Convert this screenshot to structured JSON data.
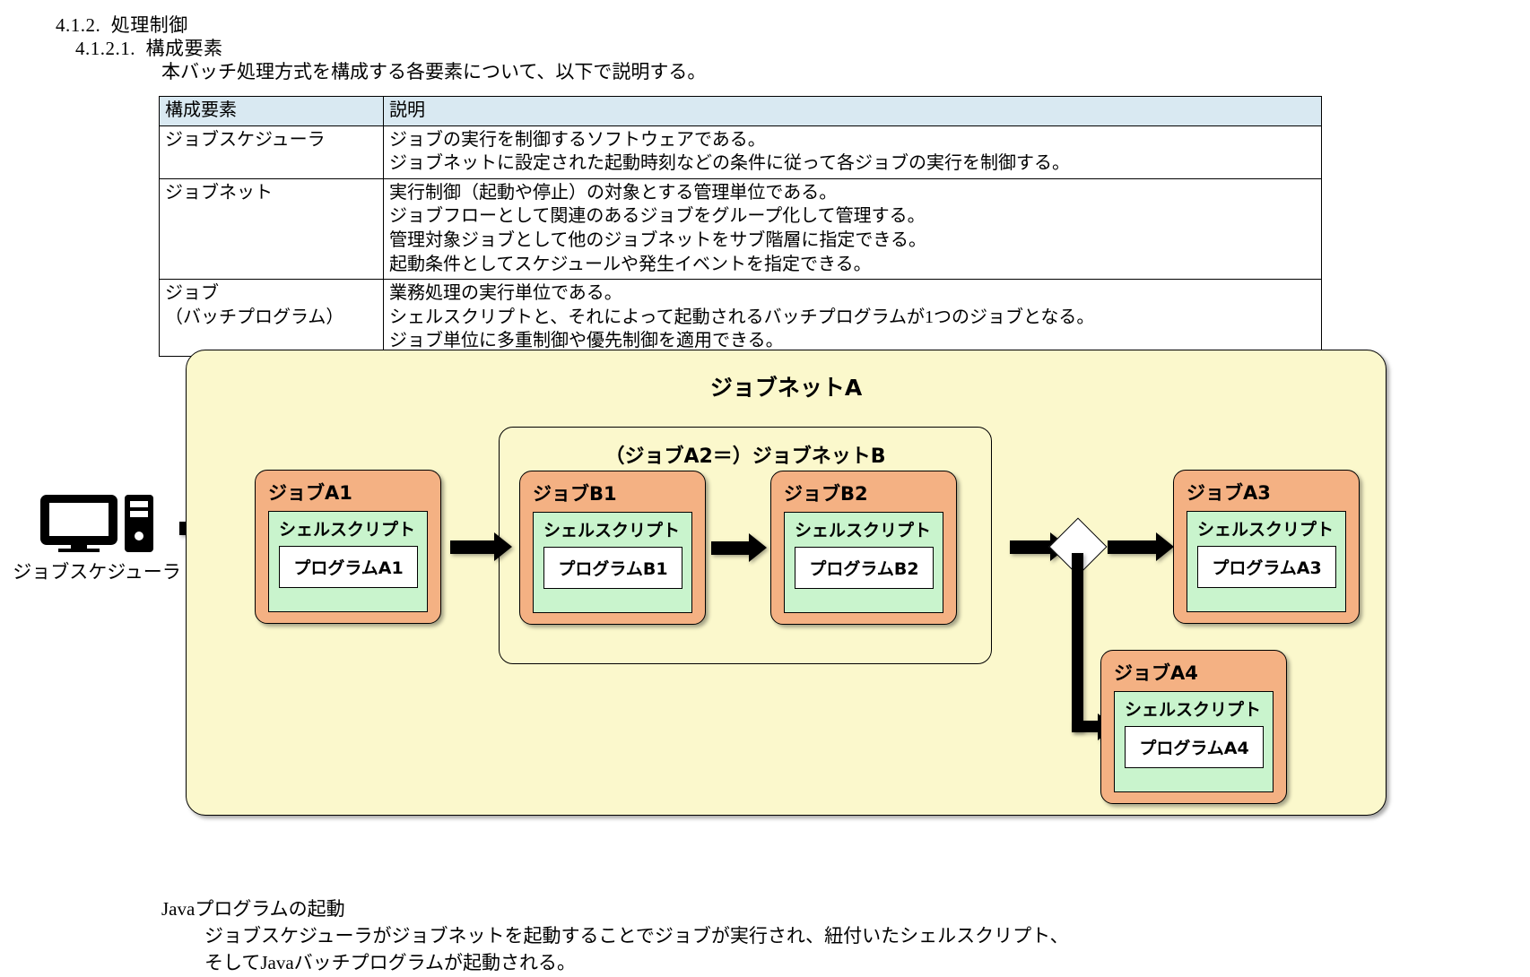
{
  "document": {
    "heading_number_1": "4.1.2.",
    "heading_title_1": "処理制御",
    "heading_number_2": "4.1.2.1.",
    "heading_title_2": "構成要素",
    "intro": "本バッチ処理方式を構成する各要素について、以下で説明する。"
  },
  "table": {
    "headers": [
      "構成要素",
      "説明"
    ],
    "rows": [
      {
        "name": [
          "ジョブスケジューラ"
        ],
        "description": [
          "ジョブの実行を制御するソフトウェアである。",
          "ジョブネットに設定された起動時刻などの条件に従って各ジョブの実行を制御する。"
        ]
      },
      {
        "name": [
          "ジョブネット"
        ],
        "description": [
          "実行制御（起動や停止）の対象とする管理単位である。",
          "ジョブフローとして関連のあるジョブをグループ化して管理する。",
          "管理対象ジョブとして他のジョブネットをサブ階層に指定できる。",
          "起動条件としてスケジュールや発生イベントを指定できる。"
        ]
      },
      {
        "name": [
          "ジョブ",
          "（バッチプログラム）"
        ],
        "description": [
          "業務処理の実行単位である。",
          "シェルスクリプトと、それによって起動されるバッチプログラムが1つのジョブとなる。",
          "ジョブ単位に多重制御や優先制御を適用できる。"
        ]
      }
    ]
  },
  "diagram": {
    "scheduler": {
      "icon": "computer-icon",
      "label": "ジョブスケジューラ"
    },
    "jobnet_a_title": "ジョブネットA",
    "jobnet_b_title": "（ジョブA2＝）ジョブネットB",
    "jobs": {
      "a1": {
        "title": "ジョブA1",
        "shell": "シェルスクリプト",
        "program": "プログラムA1"
      },
      "b1": {
        "title": "ジョブB1",
        "shell": "シェルスクリプト",
        "program": "プログラムB1"
      },
      "b2": {
        "title": "ジョブB2",
        "shell": "シェルスクリプト",
        "program": "プログラムB2"
      },
      "a3": {
        "title": "ジョブA3",
        "shell": "シェルスクリプト",
        "program": "プログラムA3"
      },
      "a4": {
        "title": "ジョブA4",
        "shell": "シェルスクリプト",
        "program": "プログラムA4"
      }
    },
    "decision_node": "diamond-branch-node",
    "colors": {
      "jobnet_background": "#fbf8cc",
      "job_box": "#f4b183",
      "shell_box": "#c9f4cd",
      "program_box": "#ffffff",
      "table_header": "#d9e9f2",
      "outline": "#000000"
    }
  },
  "caption": {
    "line1": "Javaプログラムの起動",
    "line2": "ジョブスケジューラがジョブネットを起動することでジョブが実行され、紐付いたシェルスクリプト、",
    "line3": "そしてJavaバッチプログラムが起動される。"
  }
}
